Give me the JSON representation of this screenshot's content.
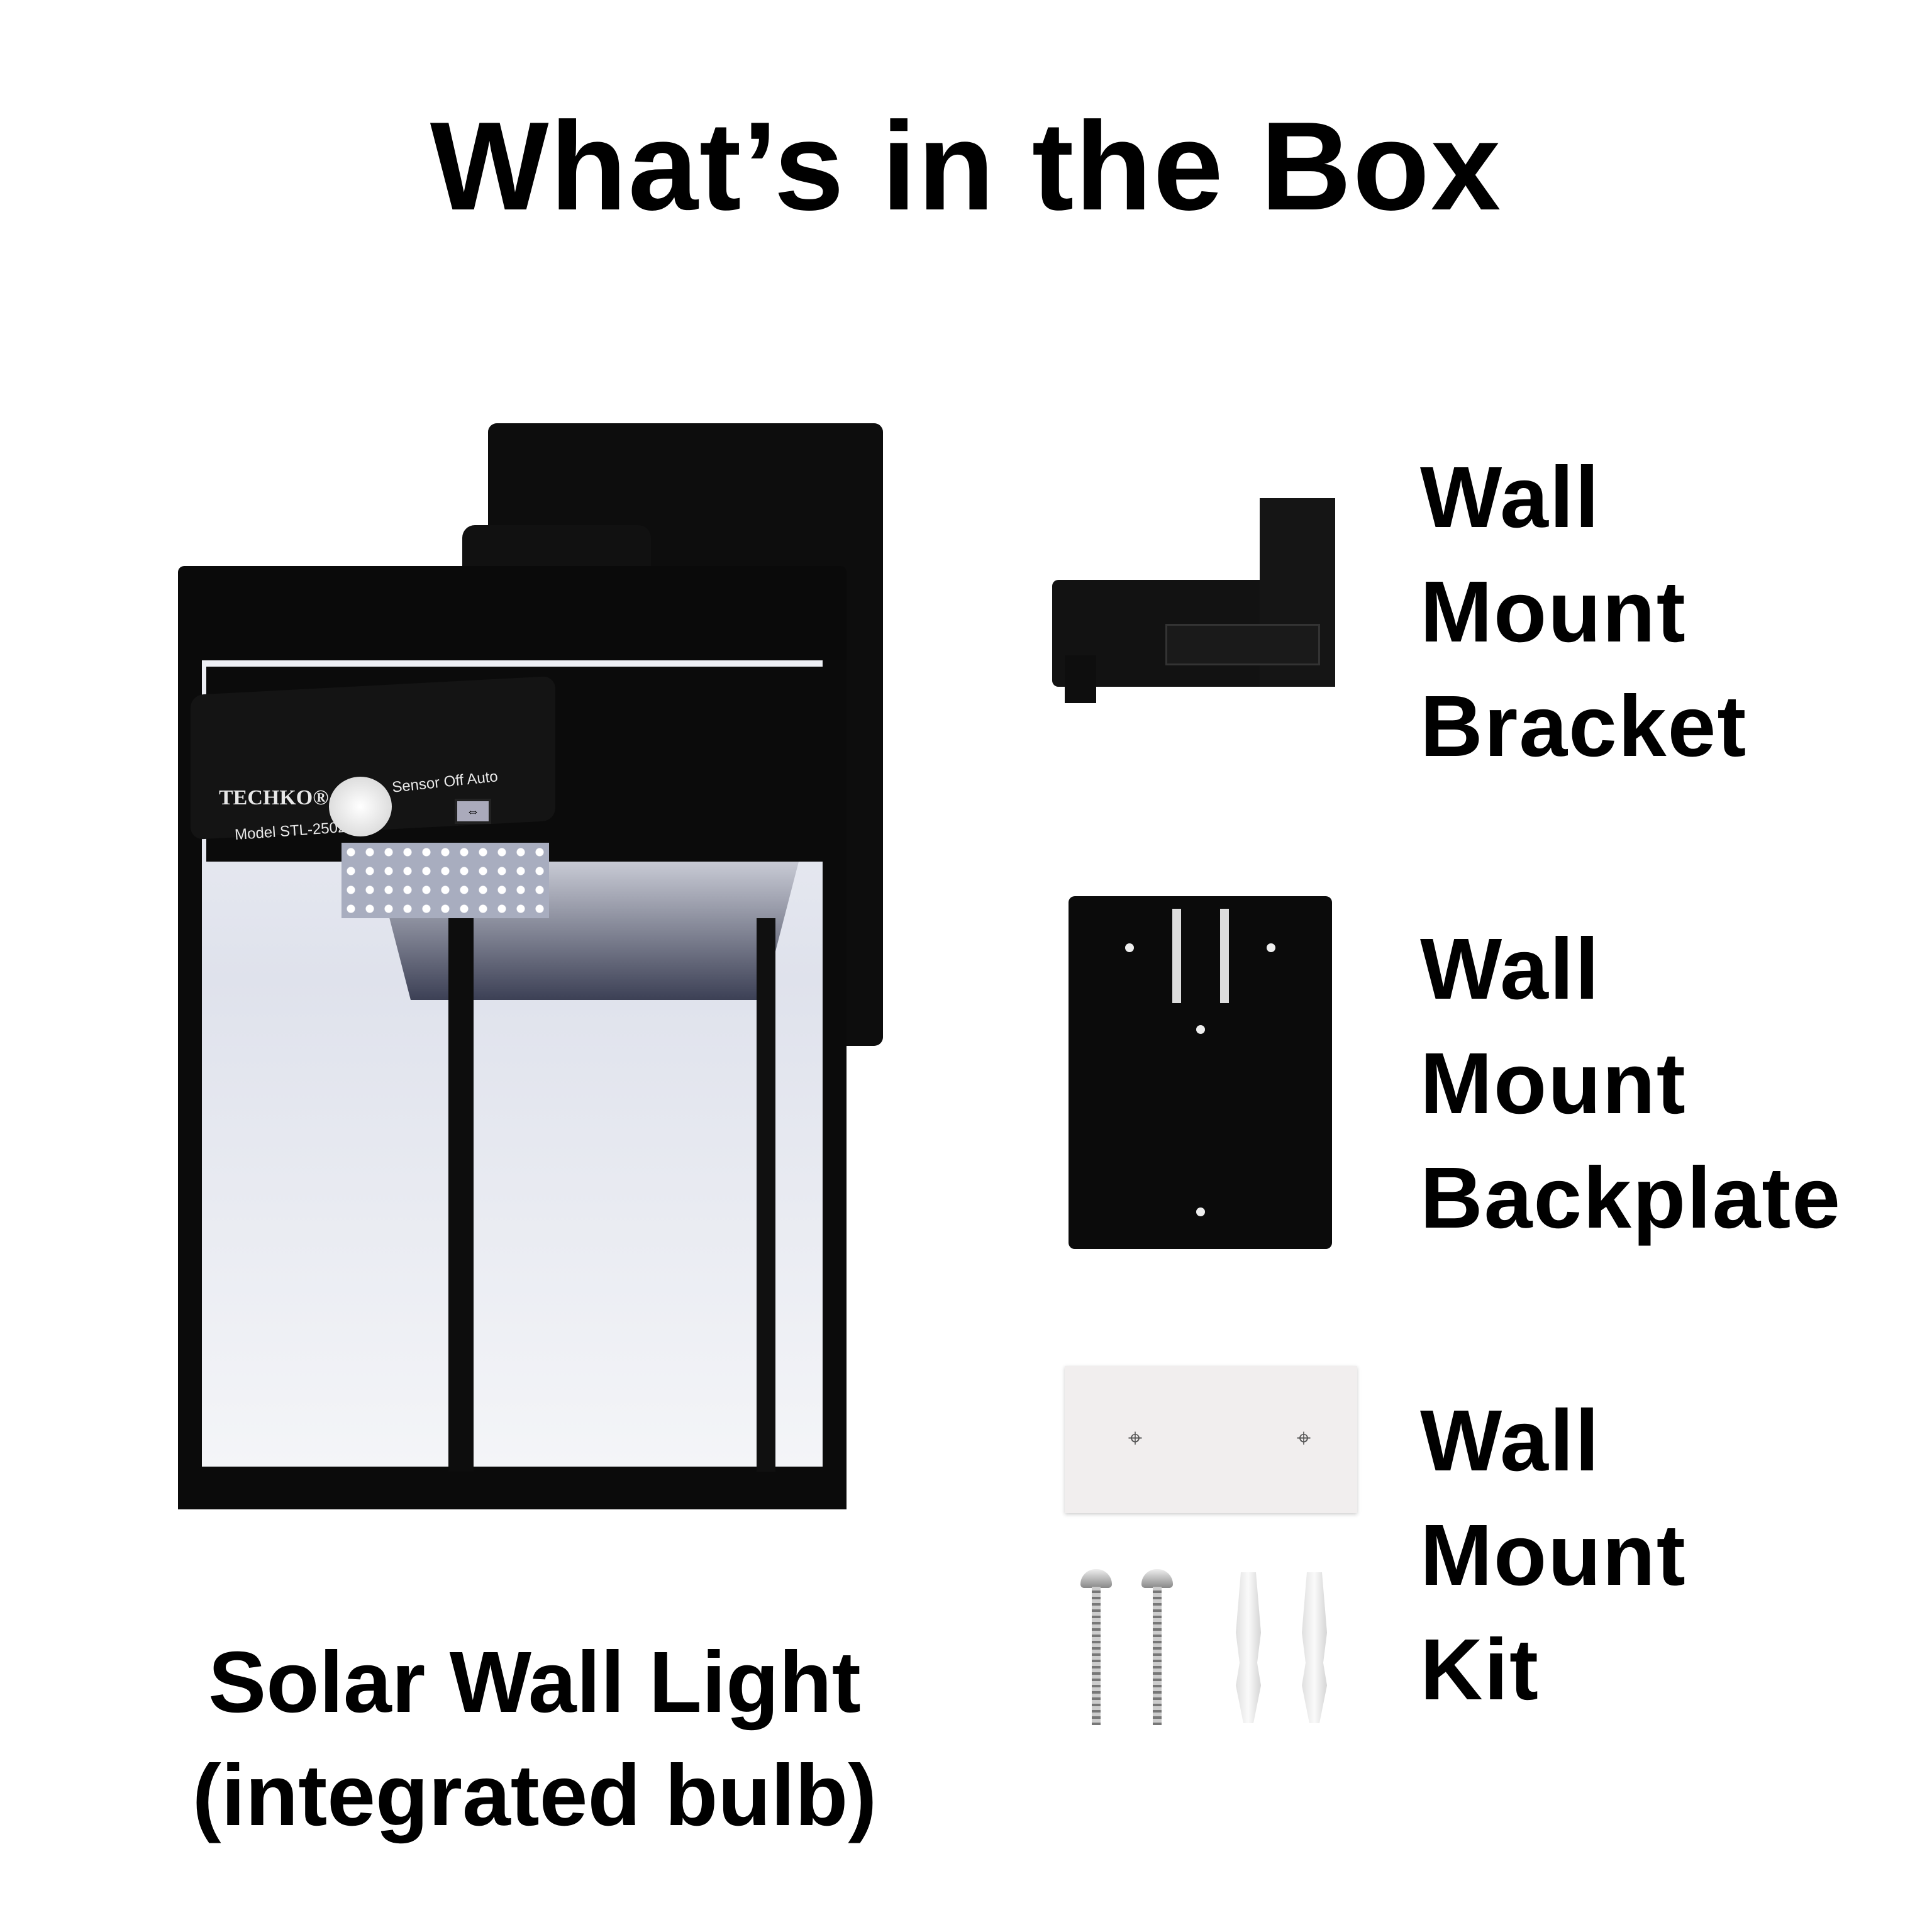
{
  "title": "What’s in the Box",
  "items": [
    {
      "caption_line1": "Solar Wall Light",
      "caption_line2": "(integrated bulb)"
    },
    {
      "line1": "Wall",
      "line2": "Mount",
      "line3": "Bracket"
    },
    {
      "line1": "Wall",
      "line2": "Mount",
      "line3": "Backplate"
    },
    {
      "line1": "Wall",
      "line2": "Mount",
      "line3": "Kit"
    }
  ],
  "lamp": {
    "brand": "TECHKO®",
    "model": "Model STL-2502",
    "switch_label": "Sensor  Off  Auto",
    "switch_icon": "⇔"
  }
}
